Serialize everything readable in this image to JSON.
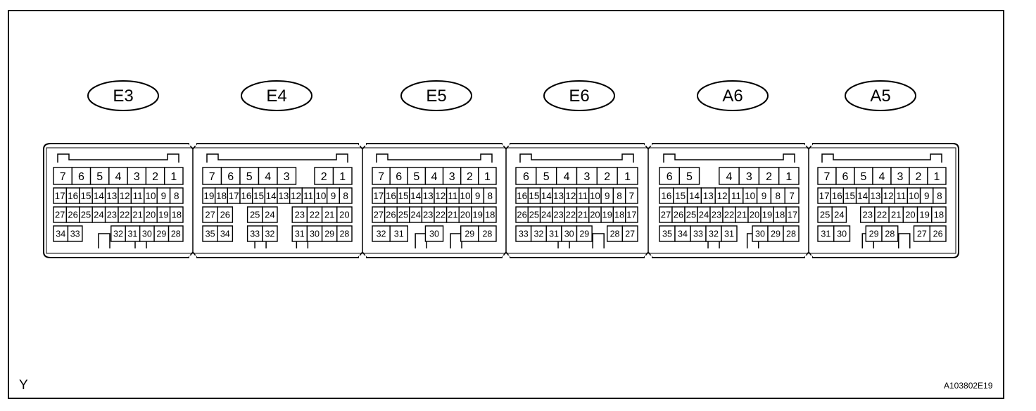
{
  "figure": {
    "left_code": "Y",
    "figure_code": "A103802E19"
  },
  "connectors": [
    {
      "id": "E3",
      "rows": [
        [
          "7",
          "6",
          "5",
          "4",
          "3",
          "2",
          "1"
        ],
        [
          "17",
          "16",
          "15",
          "14",
          "13",
          "12",
          "11",
          "10",
          "9",
          "8"
        ],
        [
          "27",
          "26",
          "25",
          "24",
          "23",
          "22",
          "21",
          "20",
          "19",
          "18"
        ],
        [
          "34",
          "33",
          "",
          "",
          "32",
          "31",
          "30",
          "29",
          "28"
        ]
      ]
    },
    {
      "id": "E4",
      "rows": [
        [
          "7",
          "6",
          "5",
          "4",
          "3",
          "",
          "2",
          "1"
        ],
        [
          "19",
          "18",
          "17",
          "16",
          "15",
          "14",
          "13",
          "12",
          "11",
          "10",
          "9",
          "8"
        ],
        [
          "27",
          "26",
          "",
          "25",
          "24",
          "",
          "23",
          "22",
          "21",
          "20"
        ],
        [
          "35",
          "34",
          "",
          "33",
          "32",
          "",
          "31",
          "30",
          "29",
          "28"
        ]
      ]
    },
    {
      "id": "E5",
      "rows": [
        [
          "7",
          "6",
          "5",
          "4",
          "3",
          "2",
          "1"
        ],
        [
          "17",
          "16",
          "15",
          "14",
          "13",
          "12",
          "11",
          "10",
          "9",
          "8"
        ],
        [
          "27",
          "26",
          "25",
          "24",
          "23",
          "22",
          "21",
          "20",
          "19",
          "18"
        ],
        [
          "32",
          "31",
          "",
          "30",
          "",
          "29",
          "28"
        ]
      ]
    },
    {
      "id": "E6",
      "rows": [
        [
          "6",
          "5",
          "4",
          "3",
          "2",
          "1"
        ],
        [
          "16",
          "15",
          "14",
          "13",
          "12",
          "11",
          "10",
          "9",
          "8",
          "7"
        ],
        [
          "26",
          "25",
          "24",
          "23",
          "22",
          "21",
          "20",
          "19",
          "18",
          "17"
        ],
        [
          "33",
          "32",
          "31",
          "30",
          "29",
          "",
          "28",
          "27"
        ]
      ]
    },
    {
      "id": "A6",
      "rows": [
        [
          "6",
          "5",
          "",
          "4",
          "3",
          "2",
          "1"
        ],
        [
          "16",
          "15",
          "14",
          "13",
          "12",
          "11",
          "10",
          "9",
          "8",
          "7"
        ],
        [
          "27",
          "26",
          "25",
          "24",
          "23",
          "22",
          "21",
          "20",
          "19",
          "18",
          "17"
        ],
        [
          "35",
          "34",
          "33",
          "32",
          "31",
          "",
          "30",
          "29",
          "28"
        ]
      ]
    },
    {
      "id": "A5",
      "rows": [
        [
          "7",
          "6",
          "5",
          "4",
          "3",
          "2",
          "1"
        ],
        [
          "17",
          "16",
          "15",
          "14",
          "13",
          "12",
          "11",
          "10",
          "9",
          "8"
        ],
        [
          "25",
          "24",
          "",
          "23",
          "22",
          "21",
          "20",
          "19",
          "18"
        ],
        [
          "31",
          "30",
          "",
          "29",
          "28",
          "",
          "27",
          "26"
        ]
      ]
    }
  ]
}
